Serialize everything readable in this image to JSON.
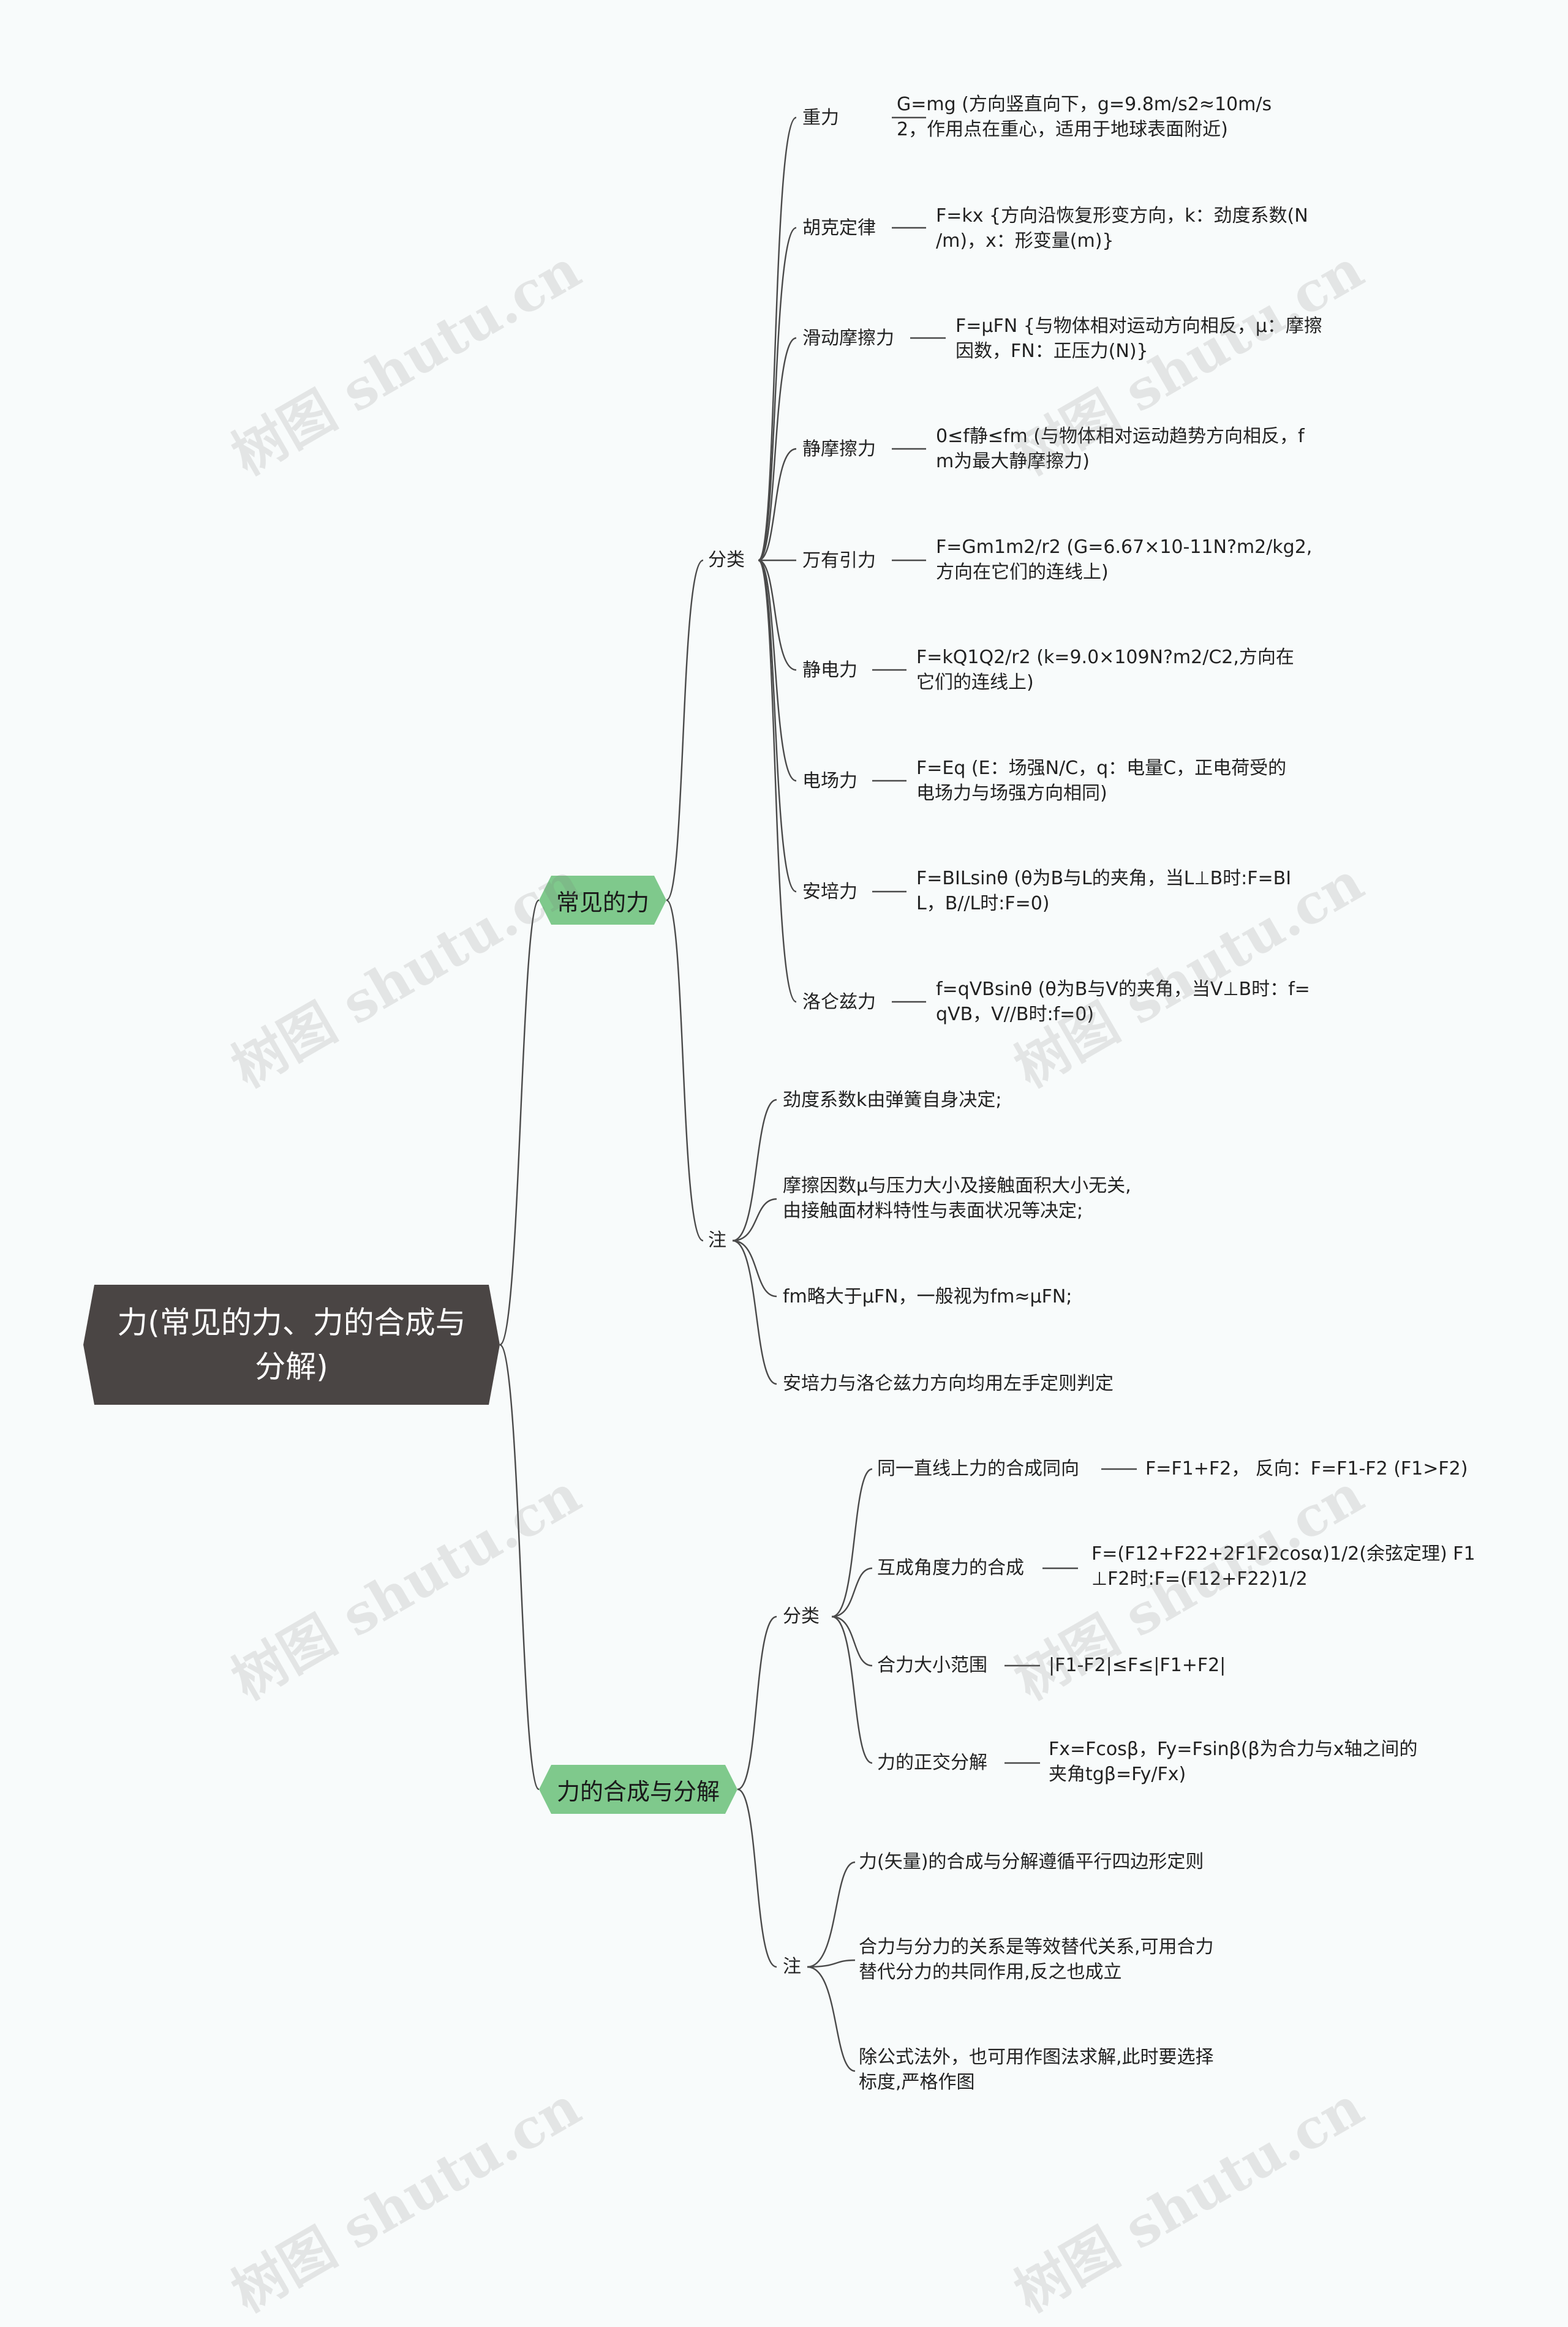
{
  "root": {
    "title_line1": "力(常见的力、力的合成与",
    "title_line2": "分解)"
  },
  "watermark": "树图 shutu.cn",
  "branch1": {
    "title": "常见的力",
    "classify_label": "分类",
    "items": [
      {
        "name": "重力",
        "line1": "G=mg (方向竖直向下，g=9.8m/s2≈10m/s",
        "line2": "2，作用点在重心，适用于地球表面附近)"
      },
      {
        "name": "胡克定律",
        "line1": "F=kx {方向沿恢复形变方向，k：劲度系数(N",
        "line2": "/m)，x：形变量(m)}"
      },
      {
        "name": "滑动摩擦力",
        "line1": "F=μFN {与物体相对运动方向相反，μ：摩擦",
        "line2": "因数，FN：正压力(N)}"
      },
      {
        "name": "静摩擦力",
        "line1": "0≤f静≤fm (与物体相对运动趋势方向相反，f",
        "line2": "m为最大静摩擦力)"
      },
      {
        "name": "万有引力",
        "line1": "F=Gm1m2/r2 (G=6.67×10-11N?m2/kg2,",
        "line2": "方向在它们的连线上)"
      },
      {
        "name": "静电力",
        "line1": "F=kQ1Q2/r2 (k=9.0×109N?m2/C2,方向在",
        "line2": "它们的连线上)"
      },
      {
        "name": "电场力",
        "line1": "F=Eq (E：场强N/C，q：电量C，正电荷受的",
        "line2": "电场力与场强方向相同)"
      },
      {
        "name": "安培力",
        "line1": "F=BILsinθ (θ为B与L的夹角，当L⊥B时:F=BI",
        "line2": "L，B//L时:F=0)"
      },
      {
        "name": "洛仑兹力",
        "line1": "f=qVBsinθ (θ为B与V的夹角，当V⊥B时：f=",
        "line2": "qVB，V//B时:f=0)"
      }
    ],
    "note_label": "注",
    "notes": [
      {
        "line1": "劲度系数k由弹簧自身决定;",
        "line2": ""
      },
      {
        "line1": "摩擦因数μ与压力大小及接触面积大小无关,",
        "line2": "由接触面材料特性与表面状况等决定;"
      },
      {
        "line1": "fm略大于μFN，一般视为fm≈μFN;",
        "line2": ""
      },
      {
        "line1": "安培力与洛仑兹力方向均用左手定则判定",
        "line2": ""
      }
    ]
  },
  "branch2": {
    "title": "力的合成与分解",
    "classify_label": "分类",
    "items": [
      {
        "name": "同一直线上力的合成同向",
        "line1": "F=F1+F2，  反向：F=F1-F2 (F1>F2)",
        "line2": ""
      },
      {
        "name": "互成角度力的合成",
        "line1": "F=(F12+F22+2F1F2cosα)1/2(余弦定理) F1",
        "line2": "⊥F2时:F=(F12+F22)1/2"
      },
      {
        "name": "合力大小范围",
        "line1": "|F1-F2|≤F≤|F1+F2|",
        "line2": ""
      },
      {
        "name": "力的正交分解",
        "line1": "Fx=Fcosβ，Fy=Fsinβ(β为合力与x轴之间的",
        "line2": "夹角tgβ=Fy/Fx)"
      }
    ],
    "note_label": "注",
    "notes": [
      {
        "line1": "力(矢量)的合成与分解遵循平行四边形定则",
        "line2": ""
      },
      {
        "line1": "合力与分力的关系是等效替代关系,可用合力",
        "line2": "替代分力的共同作用,反之也成立"
      },
      {
        "line1": "除公式法外，也可用作图法求解,此时要选择",
        "line2": "标度,严格作图"
      }
    ]
  },
  "colors": {
    "root_fill": "#4a4544",
    "pill_fill": "#7fc98c",
    "line": "#4a4a4a",
    "background": "#f8fbfb"
  }
}
